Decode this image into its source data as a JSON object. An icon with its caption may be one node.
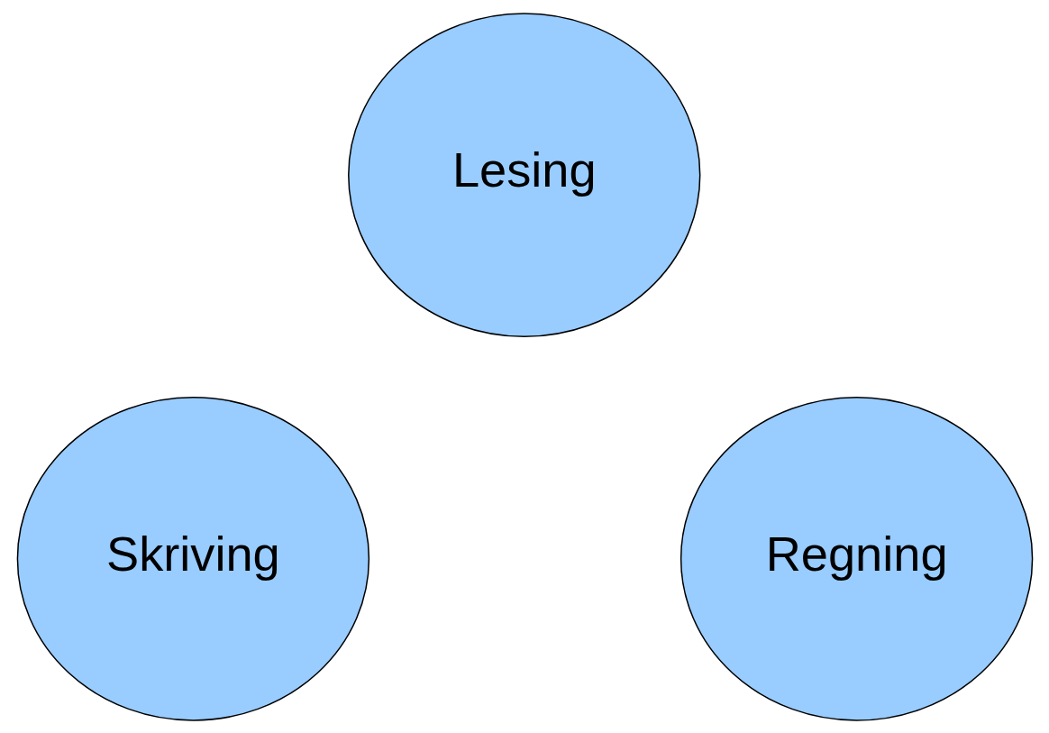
{
  "diagram": {
    "nodes": [
      {
        "text": [
          "Lesing"
        ]
      },
      {
        "text": [
          "Skriving"
        ]
      },
      {
        "text": [
          "Regning"
        ]
      }
    ]
  }
}
